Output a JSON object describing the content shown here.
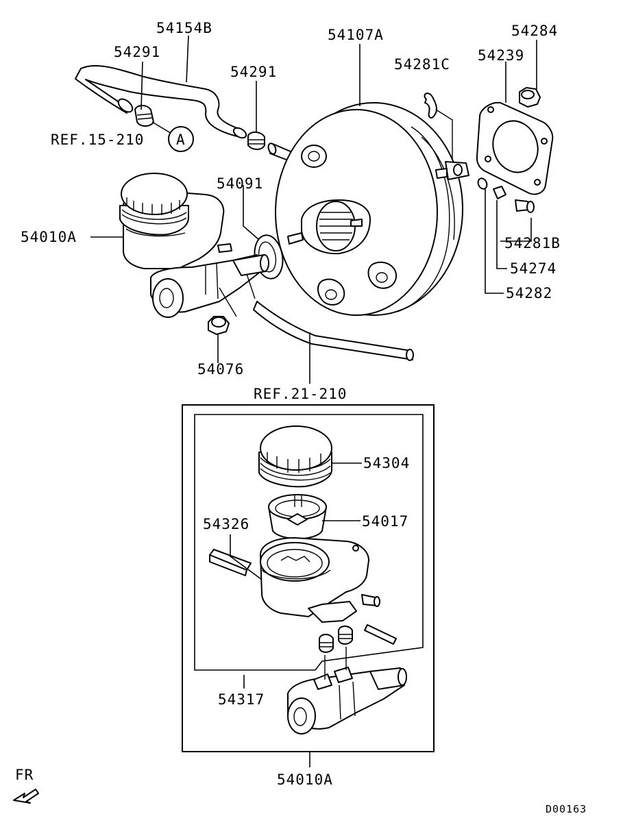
{
  "diagram": {
    "labels": {
      "hose_upper": "54154B",
      "clamp_left": "54291",
      "clamp_right": "54291",
      "ref_vacuum": "REF.15-210",
      "ref_marker": "A",
      "booster": "54107A",
      "clevis_pin_clip": "54281C",
      "gasket": "54239",
      "nut_top": "54284",
      "clevis_pin": "54281B",
      "washer": "54274",
      "ring": "54282",
      "seal": "54091",
      "master_cylinder": "54010A",
      "nut_bottom": "54076",
      "ref_brake_line": "REF.21-210",
      "reservoir_cap": "54304",
      "strainer": "54017",
      "pin": "54326",
      "grommet_kit": "54317",
      "master_cylinder_assy": "54010A",
      "front_indicator": "FR",
      "drawing_code": "D00163"
    }
  }
}
